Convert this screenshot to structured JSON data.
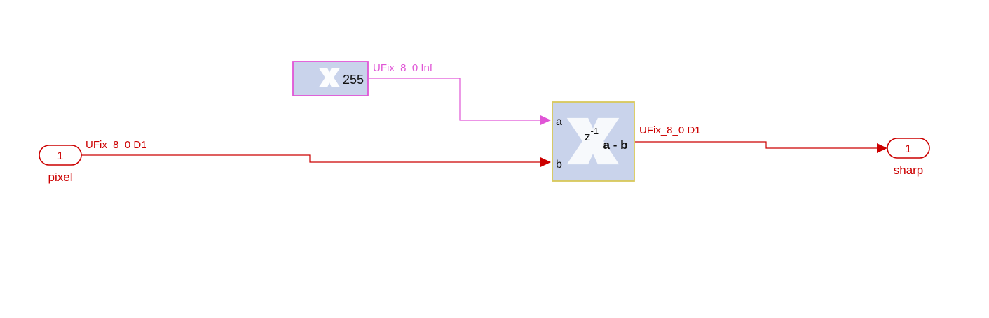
{
  "colors": {
    "port": "#cc0000",
    "constant_line": "#e055d6",
    "block_fill": "#c9d3eb",
    "constant_border": "#e055d6",
    "addsub_border": "#d8c85a",
    "logo": "#ffffff"
  },
  "inport": {
    "number": "1",
    "name": "pixel"
  },
  "outport": {
    "number": "1",
    "name": "sharp"
  },
  "constant_block": {
    "icon": "xilinx-logo-icon",
    "value": "255"
  },
  "addsub_block": {
    "icon": "xilinx-logo-icon",
    "port_a": "a",
    "port_b": "b",
    "latency_base": "z",
    "latency_exp": "-1",
    "operation": "a - b"
  },
  "signals": {
    "inport_to_b": "UFix_8_0 D1",
    "constant_to_a": "UFix_8_0 Inf",
    "addsub_to_outport": "UFix_8_0 D1"
  }
}
